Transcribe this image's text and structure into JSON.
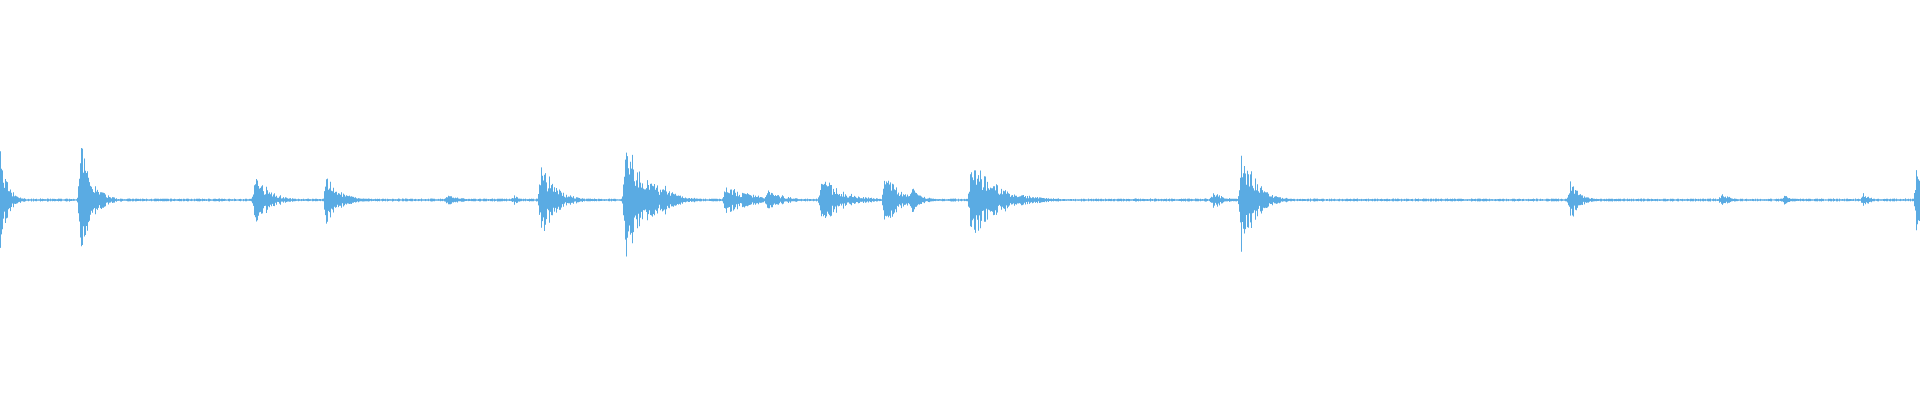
{
  "waveform": {
    "color": "#5aabe3",
    "background": "#ffffff",
    "baseline_amplitude": 0.008,
    "bursts": [
      {
        "time": 0.0,
        "amplitude": 0.3,
        "duration": 0.006
      },
      {
        "time": 0.042,
        "amplitude": 0.3,
        "duration": 0.01
      },
      {
        "time": 0.133,
        "amplitude": 0.15,
        "duration": 0.012
      },
      {
        "time": 0.17,
        "amplitude": 0.13,
        "duration": 0.012
      },
      {
        "time": 0.233,
        "amplitude": 0.03,
        "duration": 0.012
      },
      {
        "time": 0.268,
        "amplitude": 0.03,
        "duration": 0.005
      },
      {
        "time": 0.282,
        "amplitude": 0.22,
        "duration": 0.012
      },
      {
        "time": 0.326,
        "amplitude": 0.35,
        "duration": 0.018
      },
      {
        "time": 0.345,
        "amplitude": 0.1,
        "duration": 0.01
      },
      {
        "time": 0.378,
        "amplitude": 0.08,
        "duration": 0.024
      },
      {
        "time": 0.4,
        "amplitude": 0.06,
        "duration": 0.014
      },
      {
        "time": 0.428,
        "amplitude": 0.14,
        "duration": 0.018
      },
      {
        "time": 0.461,
        "amplitude": 0.16,
        "duration": 0.012
      },
      {
        "time": 0.475,
        "amplitude": 0.08,
        "duration": 0.008
      },
      {
        "time": 0.506,
        "amplitude": 0.23,
        "duration": 0.022
      },
      {
        "time": 0.632,
        "amplitude": 0.05,
        "duration": 0.01
      },
      {
        "time": 0.647,
        "amplitude": 0.33,
        "duration": 0.012
      },
      {
        "time": 0.818,
        "amplitude": 0.12,
        "duration": 0.008
      },
      {
        "time": 0.897,
        "amplitude": 0.04,
        "duration": 0.008
      },
      {
        "time": 0.93,
        "amplitude": 0.03,
        "duration": 0.006
      },
      {
        "time": 0.971,
        "amplitude": 0.04,
        "duration": 0.006
      },
      {
        "time": 0.999,
        "amplitude": 0.25,
        "duration": 0.002
      }
    ]
  }
}
